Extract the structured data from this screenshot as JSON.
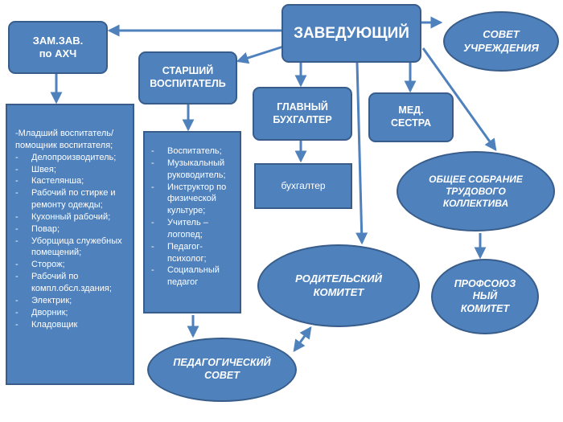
{
  "colors": {
    "fill": "#4f81bd",
    "border": "#385d8a",
    "text": "#ffffff",
    "arrow": "#4f81bd"
  },
  "nodes": {
    "head": "ЗАВЕДУЮЩИЙ",
    "deputy_ahch": "ЗАМ.ЗАВ.\nпо АХЧ",
    "senior_educator": "СТАРШИЙ\nВОСПИТАТЕЛЬ",
    "chief_accountant": "ГЛАВНЫЙ\nБУХГАЛТЕР",
    "nurse": "МЕД.\nСЕСТРА",
    "council": "СОВЕТ\nУЧРЕЖДЕНИЯ",
    "general_meeting": "ОБЩЕЕ СОБРАНИЕ\nТРУДОВОГО\nКОЛЛЕКТИВА",
    "accountant": "бухгалтер",
    "parent_committee": "РОДИТЕЛЬСКИЙ\nКОМИТЕТ",
    "trade_union": "ПРОФСОЮЗ\nНЫЙ\nКОМИТЕТ",
    "ped_council": "ПЕДАГОГИЧЕСКИЙ\nСОВЕТ"
  },
  "ahch_staff": {
    "lead": "-Младший воспитатель/ помощник воспитателя;",
    "items": [
      "Делопроизводитель;",
      "Швея;",
      "Кастелянша;",
      "Рабочий по стирке и ремонту одежды;",
      "Кухонный рабочий;",
      "Повар;",
      "Уборщица служебных помещений;",
      "Сторож;",
      "Рабочий по компл.обсл.здания;",
      "Электрик;",
      "Дворник;",
      "Кладовщик"
    ]
  },
  "ped_staff": {
    "items": [
      "Воспитатель;",
      "Музыкальный руководитель;",
      "Инструктор по физической культуре;",
      "Учитель – логопед;",
      "Педагог-психолог;",
      "Социальный педагог"
    ]
  }
}
